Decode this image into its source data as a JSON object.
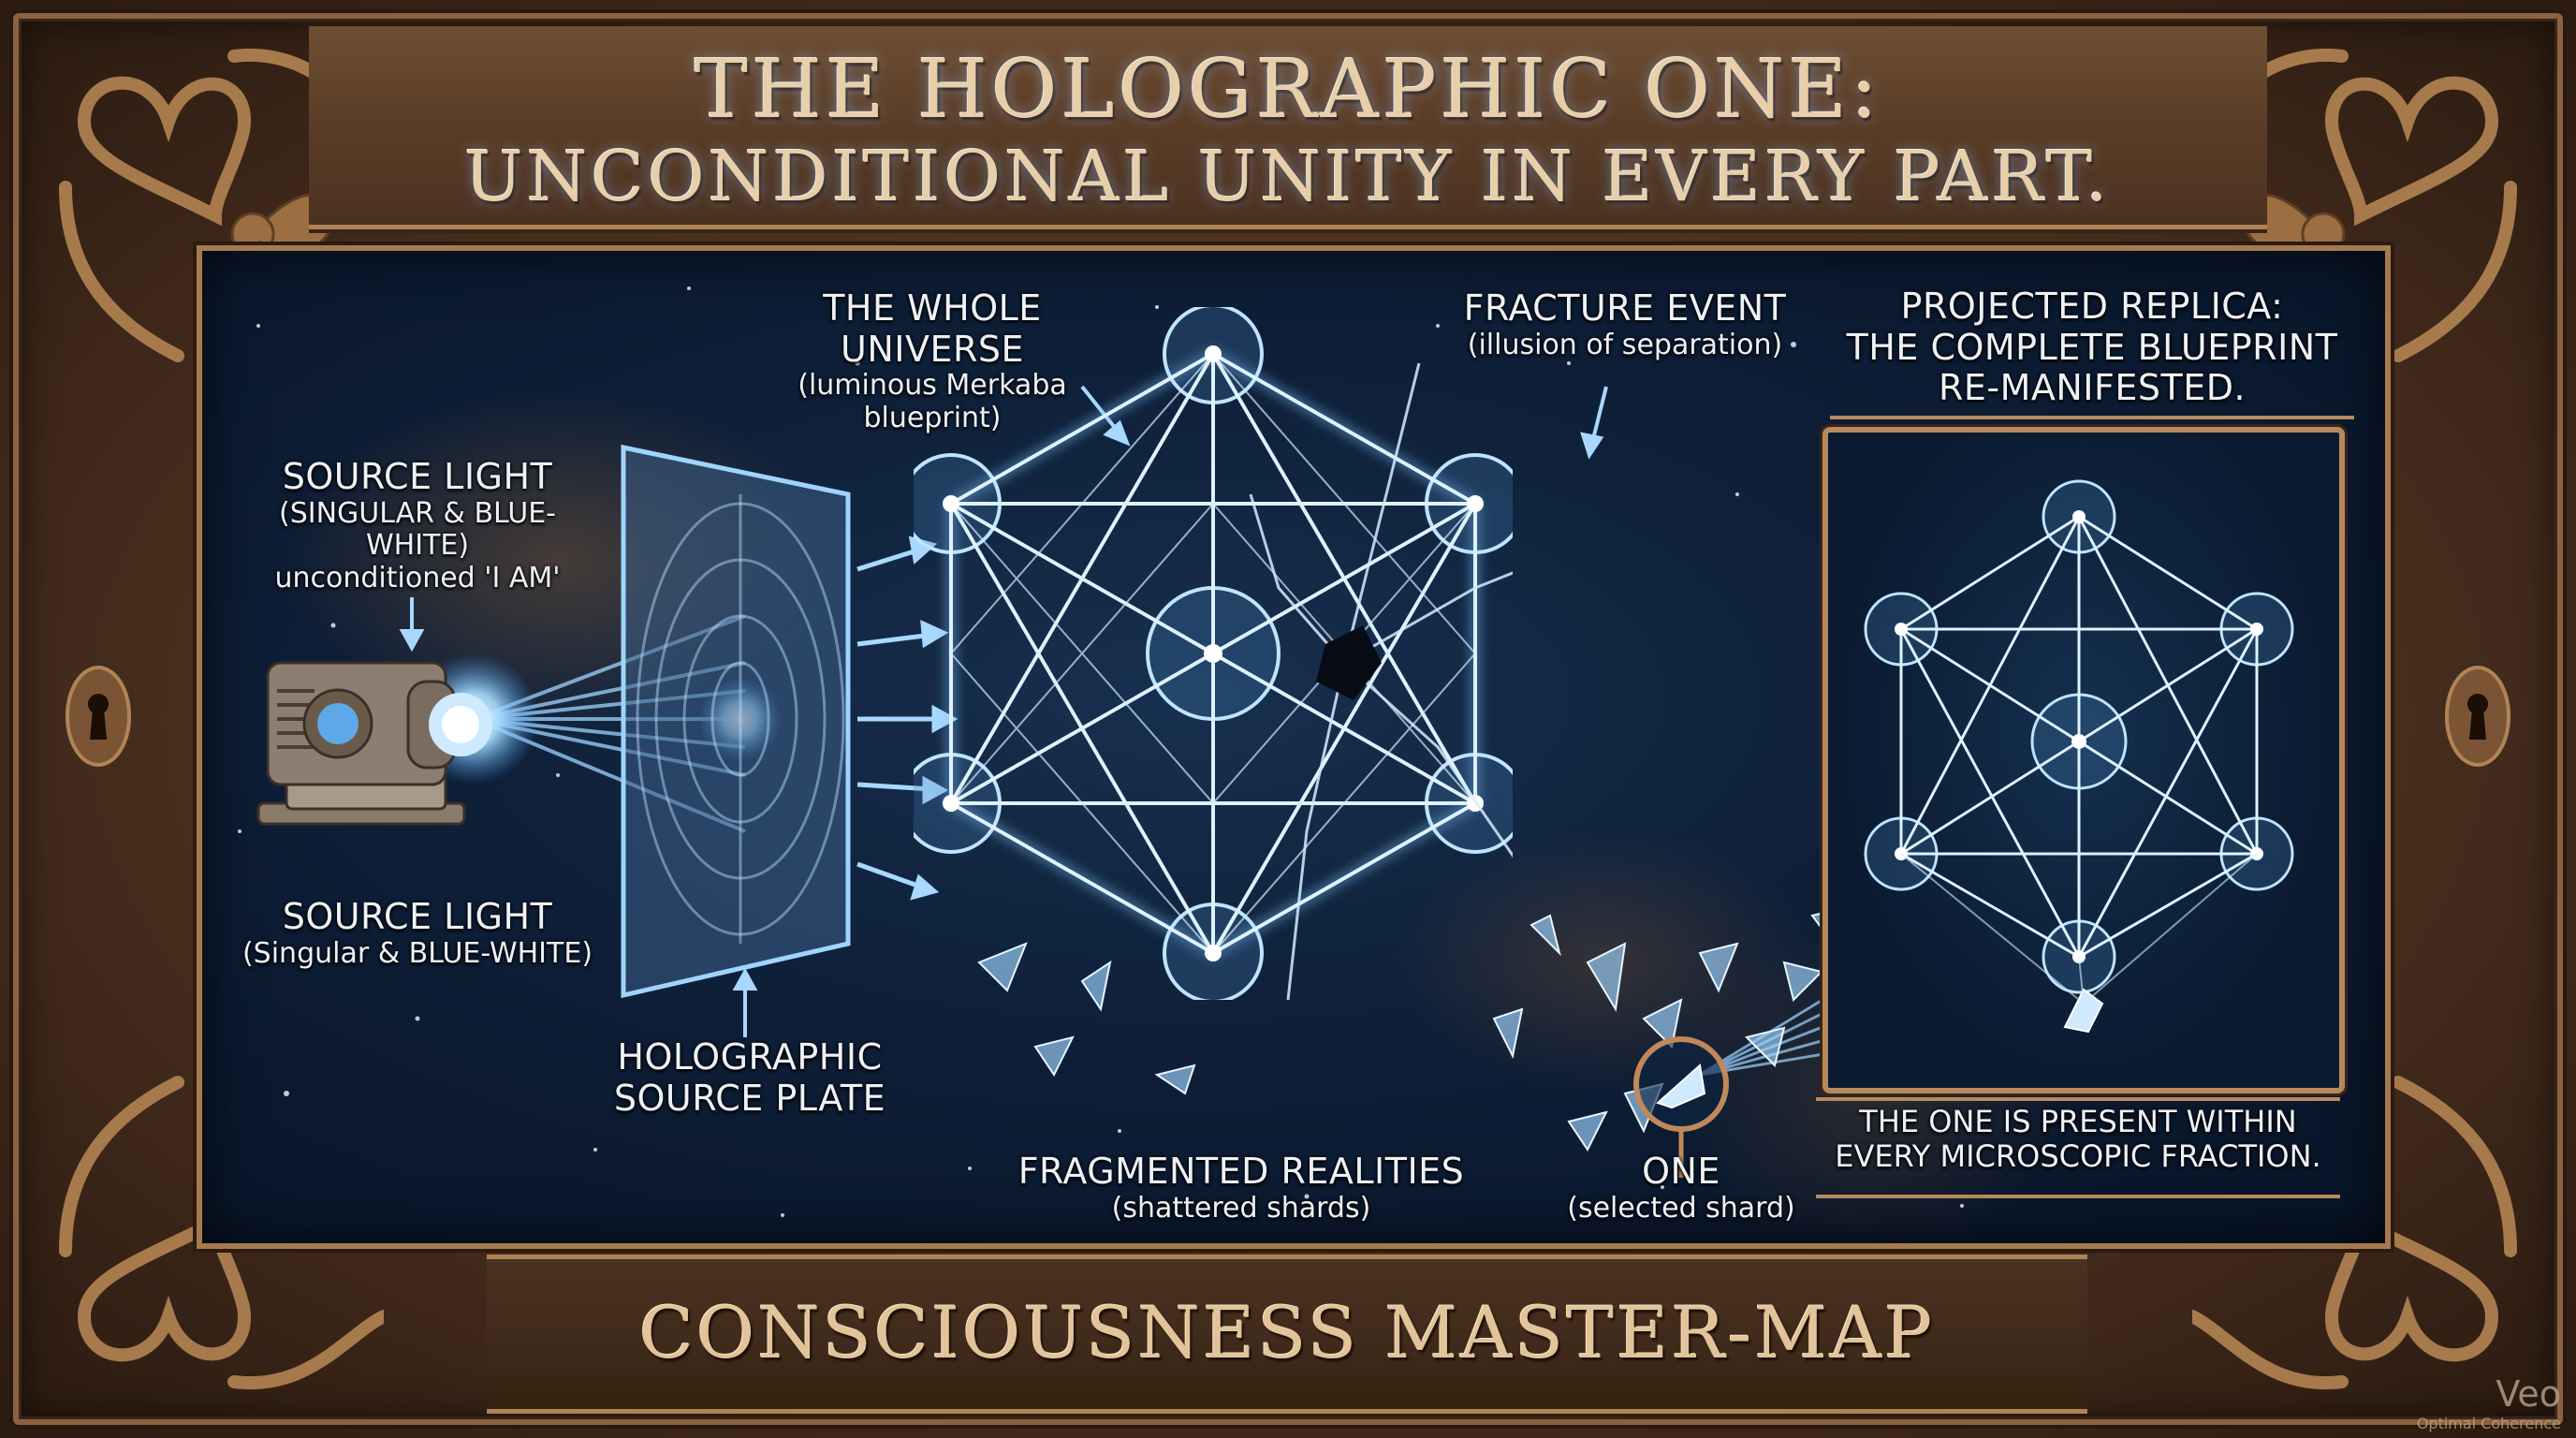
{
  "title": {
    "line1": "THE HOLOGRAPHIC ONE:",
    "line2": "UNCONDITIONAL UNITY IN EVERY PART."
  },
  "footer": {
    "text": "CONSCIOUSNESS MASTER-MAP"
  },
  "labels": {
    "source_light_top": {
      "title": "SOURCE LIGHT",
      "line2": "(SINGULAR & BLUE-WHITE)",
      "line3": "unconditioned 'I AM'"
    },
    "source_light_bottom": {
      "title": "SOURCE LIGHT",
      "line2": "(Singular & BLUE-WHITE)"
    },
    "holographic_plate": {
      "line1": "HOLOGRAPHIC",
      "line2": "SOURCE PLATE"
    },
    "whole_universe": {
      "title": "THE WHOLE UNIVERSE",
      "subtitle": "(luminous Merkaba blueprint)"
    },
    "fracture_event": {
      "title": "FRACTURE EVENT",
      "subtitle": "(illusion of separation)"
    },
    "fragmented_realities": {
      "title": "FRAGMENTED REALITIES",
      "subtitle": "(shattered shards)"
    },
    "one_shard": {
      "title": "ONE",
      "subtitle": "(selected shard)"
    },
    "projected_replica": {
      "line1": "PROJECTED REPLICA:",
      "line2": "THE COMPLETE BLUEPRINT",
      "line3": "RE-MANIFESTED."
    },
    "replica_caption": {
      "line1": "THE ONE IS PRESENT WITHIN",
      "line2": "EVERY MICROSCOPIC FRACTION."
    }
  },
  "watermark": {
    "brand": "Veo",
    "tagline": "Optimal Coherence"
  },
  "icons": {
    "projector": "projector-icon",
    "plate": "holographic-plate-icon",
    "merkaba": "metatrons-cube-icon",
    "replica": "metatrons-cube-replica-icon",
    "selector": "magnifier-ring-icon",
    "corner": "heart-bow-ornament-icon",
    "keyhole": "keyhole-icon"
  },
  "colors": {
    "frame_bronze": "#6b4a2f",
    "frame_highlight": "#b08457",
    "title_text": "#e8cfa9",
    "space_deep": "#0e1f38",
    "glow_blue": "#9fd4ff",
    "label_text": "#eef2f6"
  }
}
